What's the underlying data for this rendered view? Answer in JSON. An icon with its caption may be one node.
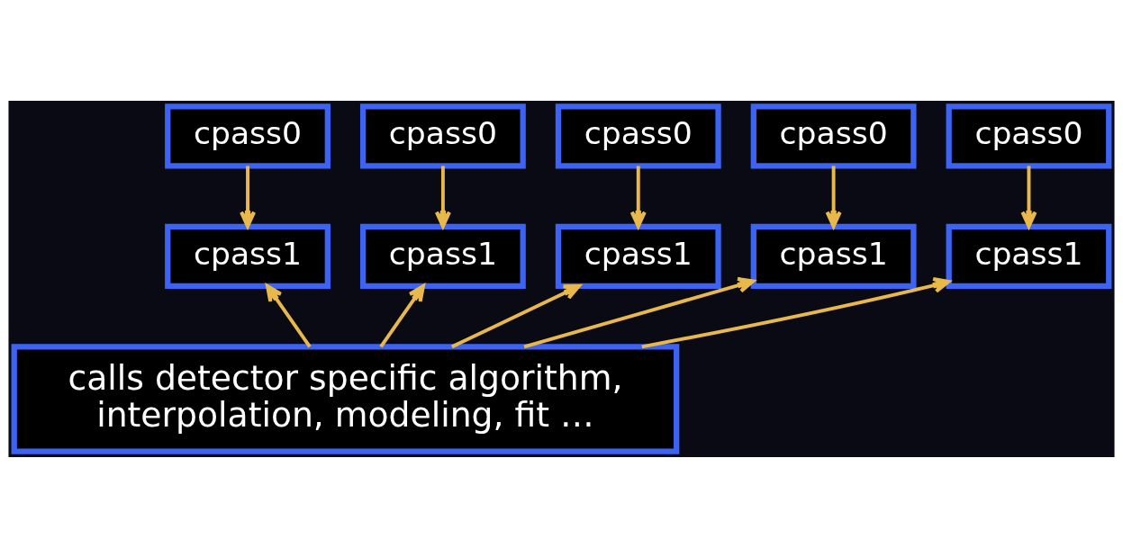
{
  "diagram": {
    "nodes": [
      {
        "text": [
          "cpass0"
        ]
      },
      {
        "text": [
          "cpass0"
        ]
      },
      {
        "text": [
          "cpass0"
        ]
      },
      {
        "text": [
          "cpass0"
        ]
      },
      {
        "text": [
          "cpass0"
        ]
      },
      {
        "text": [
          "cpass1"
        ]
      },
      {
        "text": [
          "cpass1"
        ]
      },
      {
        "text": [
          "cpass1"
        ]
      },
      {
        "text": [
          "cpass1"
        ]
      },
      {
        "text": [
          "cpass1"
        ]
      },
      {
        "text": [
          "calls detector specific algorithm, interpolation, modeling, fit …"
        ]
      }
    ],
    "edges": [
      {
        "from": 0,
        "to": 5,
        "arrow": "to"
      },
      {
        "from": 1,
        "to": 6,
        "arrow": "to"
      },
      {
        "from": 2,
        "to": 7,
        "arrow": "to"
      },
      {
        "from": 3,
        "to": 8,
        "arrow": "to"
      },
      {
        "from": 4,
        "to": 9,
        "arrow": "to"
      },
      {
        "from": 10,
        "to": 5,
        "arrow": "to"
      },
      {
        "from": 10,
        "to": 6,
        "arrow": "to"
      },
      {
        "from": 10,
        "to": 7,
        "arrow": "to"
      },
      {
        "from": 10,
        "to": 8,
        "arrow": "to"
      },
      {
        "from": 10,
        "to": 9,
        "arrow": "to"
      }
    ]
  }
}
